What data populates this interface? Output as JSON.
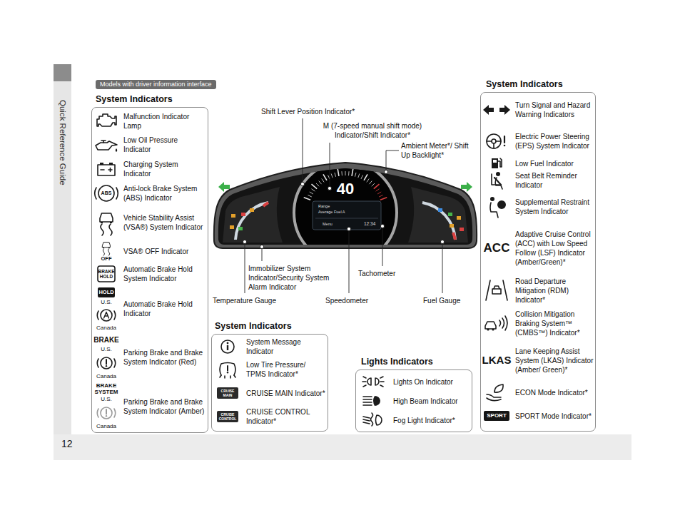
{
  "diagram": {
    "nodes": [
      {
        "text": [
          "Quick Reference Guide"
        ]
      },
      {
        "text": [
          "Models with driver information interface"
        ]
      },
      {
        "text": [
          "System Indicators",
          "Malfunction Indicator Lamp",
          "Low Oil Pressure Indicator",
          "Charging System Indicator",
          "ABS",
          "Anti-lock Brake System (ABS) Indicator",
          "Vehicle Stability Assist (VSA®) System Indicator",
          "OFF",
          "VSA® OFF Indicator",
          "BRAKE HOLD",
          "Automatic Brake Hold System Indicator",
          "HOLD",
          "U.S.",
          "Canada",
          "Automatic Brake Hold Indicator",
          "BRAKE",
          "U.S.",
          "Canada",
          "Parking Brake and Brake System Indicator (Red)",
          "BRAKE SYSTEM",
          "U.S.",
          "Canada",
          "Parking Brake and Brake System Indicator (Amber)"
        ]
      },
      {
        "text": [
          "System Indicators",
          "System Message Indicator",
          "Low Tire Pressure/ TPMS Indicator*",
          "CRUISE MAIN",
          "CRUISE MAIN Indicator*",
          "CRUISE CONTROL",
          "CRUISE CONTROL Indicator*"
        ]
      },
      {
        "text": [
          "Lights Indicators",
          "Lights On Indicator",
          "High Beam Indicator",
          "Fog Light Indicator*"
        ]
      },
      {
        "text": [
          "System Indicators",
          "Turn Signal and Hazard Warning Indicators",
          "Electric Power Steering (EPS) System Indicator",
          "Low Fuel Indicator",
          "Seat Belt Reminder Indicator",
          "Supplemental Restraint System Indicator",
          "ACC",
          "Adaptive Cruise Control (ACC) with Low Speed Follow (LSF) Indicator (Amber/Green)*",
          "Road Departure Mitigation (RDM) Indicator*",
          "Collision Mitigation Braking System™ (CMBS™) Indicator*",
          "LKAS",
          "Lane Keeping Assist System (LKAS) Indicator (Amber/ Green)*",
          "ECON Mode Indicator*",
          "SPORT",
          "SPORT Mode Indicator*"
        ]
      }
    ],
    "labels": [
      "12",
      "Shift Lever Position Indicator*",
      "M (7-speed manual shift mode) Indicator/Shift Indicator*",
      "Ambient Meter*/ Shift Up Backlight*",
      "Immobilizer System Indicator/Security System Alarm Indicator",
      "Tachometer",
      "Temperature Gauge",
      "Speedometer",
      "Fuel Gauge",
      "40",
      "Range",
      "Average Fuel A",
      "Menu",
      "12:34"
    ]
  }
}
